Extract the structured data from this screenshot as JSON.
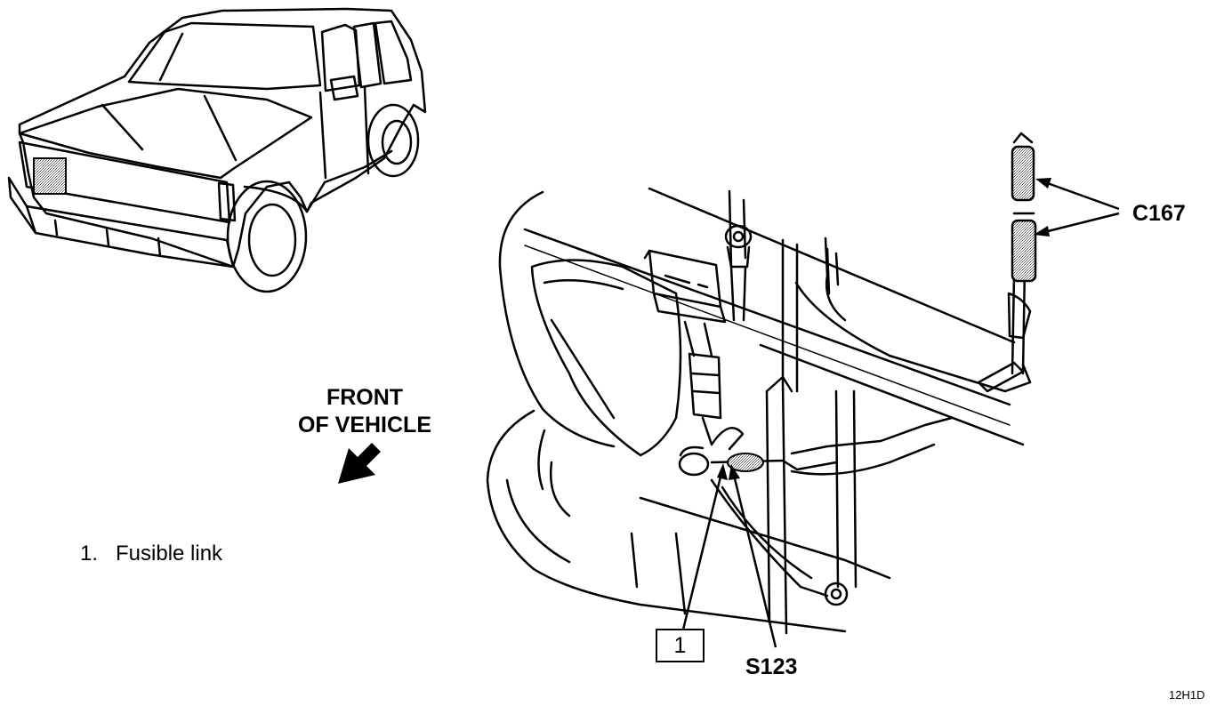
{
  "labels": {
    "front_line1": "FRONT",
    "front_line2": "OF VEHICLE",
    "connector": "C167",
    "splice": "S123",
    "callout_number": "1",
    "figure_code": "12H1D"
  },
  "legend": [
    {
      "number": "1.",
      "text": "Fusible link"
    }
  ],
  "colors": {
    "ink": "#000000",
    "highlight_stipple": "#9a9a9a",
    "background": "#ffffff"
  },
  "icons": {
    "direction_arrow": "arrow-down-left-icon"
  }
}
